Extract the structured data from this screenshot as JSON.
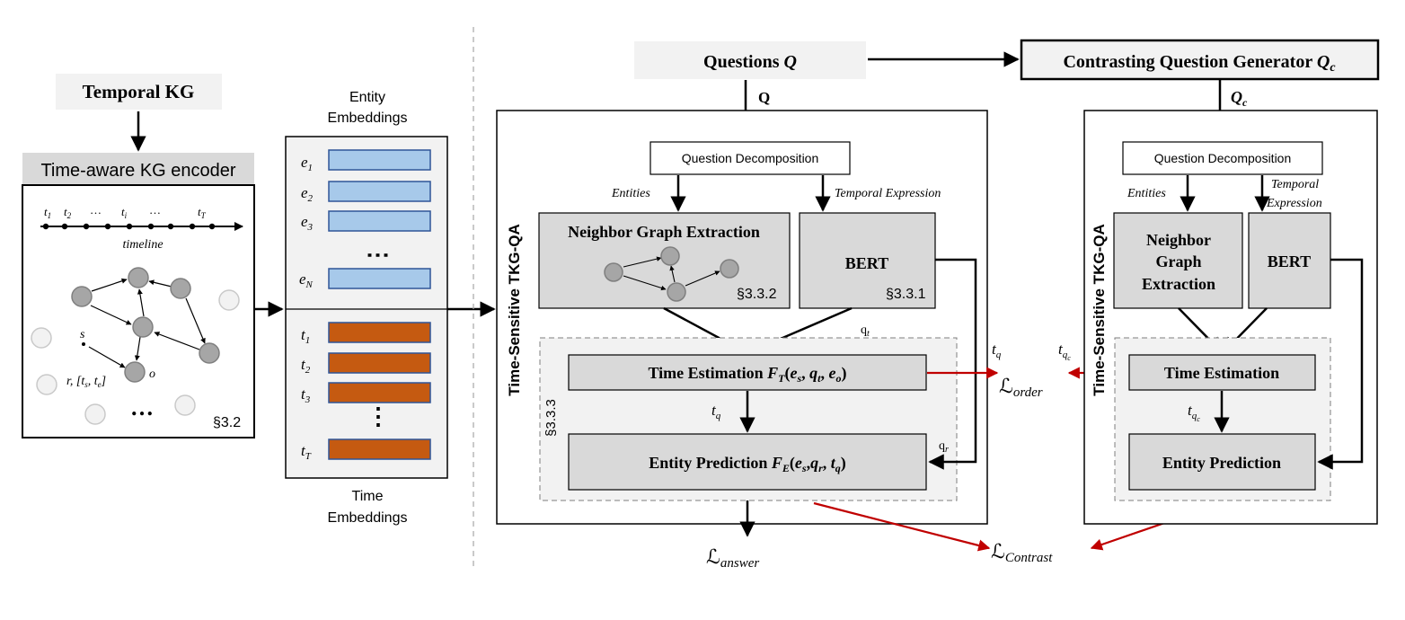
{
  "left": {
    "temporal_kg": "Temporal KG",
    "encoder_title": "Time-aware KG encoder",
    "timeline_ticks": [
      "t1",
      "t2",
      "…",
      "ti",
      "…",
      "tT"
    ],
    "timeline_label": "timeline",
    "node_s": "s",
    "node_o": "o",
    "relation": "r, [ts, te]",
    "ellipsis": "…",
    "section": "§3.2"
  },
  "embeddings": {
    "entity_title_1": "Entity",
    "entity_title_2": "Embeddings",
    "entity_labels": [
      "e1",
      "e2",
      "e3",
      "eN"
    ],
    "time_labels": [
      "t1",
      "t2",
      "t3",
      "tT"
    ],
    "time_title_1": "Time",
    "time_title_2": "Embeddings",
    "entity_color": "#a7c9ea",
    "time_color": "#c55a11"
  },
  "main": {
    "questions": "Questions Q",
    "q_label": "Q",
    "generator": "Contrasting Question Generator Qc",
    "qc_label": "Qc",
    "side_label": "Time-Sensitive TKG-QA",
    "question_decomposition": "Question Decomposition",
    "entities": "Entities",
    "temporal_expression": "Temporal Expression",
    "neighbor_graph": "Neighbor Graph Extraction",
    "section_332": "§3.3.2",
    "bert": "BERT",
    "section_331": "§3.3.1",
    "q_t": "qt",
    "section_333": "§3.3.3",
    "time_estimation": "Time Estimation FT(es, qt, eo)",
    "t_q": "tq",
    "q_r": "qr",
    "entity_prediction": "Entity Prediction FE(es,qr, tq)",
    "loss_answer": "ℒanswer"
  },
  "losses": {
    "t_q": "tq",
    "t_qc": "tqc",
    "loss_order": "ℒorder",
    "loss_contrast": "ℒContrast"
  },
  "right": {
    "side_label": "Time-Sensitive TKG-QA",
    "question_decomposition": "Question Decomposition",
    "entities": "Entities",
    "temporal_1": "Temporal",
    "temporal_2": "Expression",
    "neighbor_1": "Neighbor",
    "neighbor_2": "Graph",
    "neighbor_3": "Extraction",
    "bert": "BERT",
    "time_estimation": "Time Estimation",
    "t_qc": "tqc",
    "entity_prediction": "Entity Prediction"
  },
  "colors": {
    "box_fill": "#d9d9d9",
    "panel_fill": "#f2f2f2",
    "node_fill": "#a6a6a6",
    "faded_node_fill": "#f2f2f2",
    "loss_arrow": "#c00000"
  }
}
